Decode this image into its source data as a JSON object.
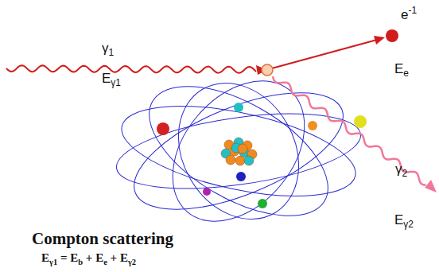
{
  "diagram": {
    "title": "Compton scattering",
    "labels": [
      "γ1",
      "Eγ1",
      "e-1",
      "Ee",
      "γ2",
      "Eγ2",
      "Eγ1 = Eb + Ee + Eγ2"
    ]
  }
}
